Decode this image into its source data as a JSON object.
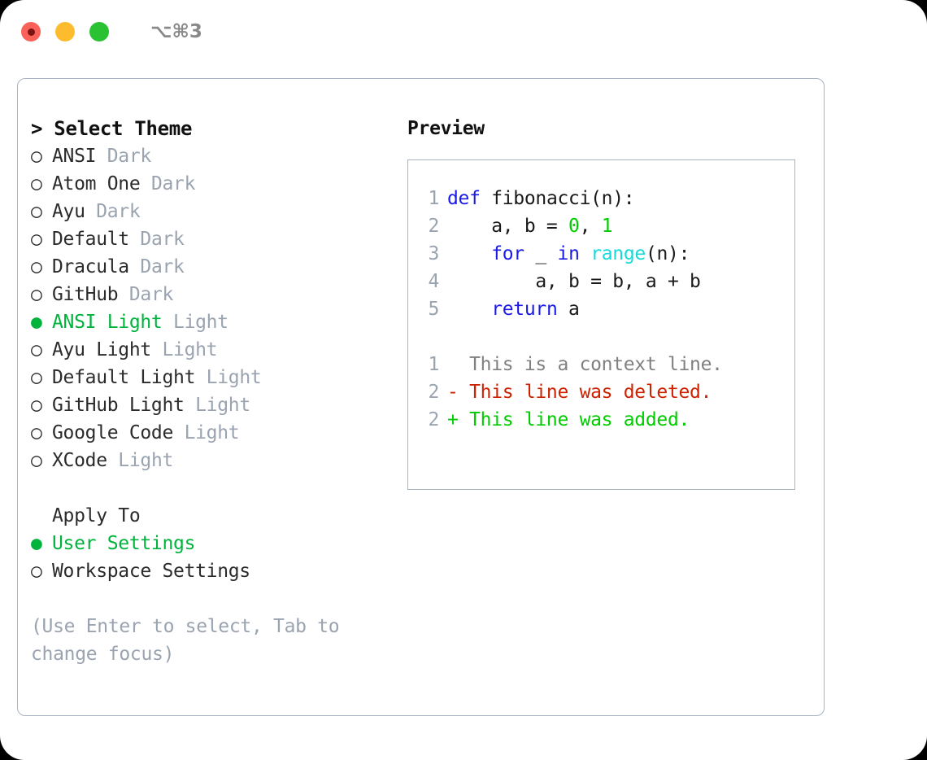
{
  "titlebar": {
    "lights": [
      {
        "name": "close-button",
        "color": "#fa6158"
      },
      {
        "name": "minimize-button",
        "color": "#fdbc2e"
      },
      {
        "name": "maximize-button",
        "color": "#2ac233"
      }
    ],
    "shortcut": "⌥⌘3"
  },
  "left": {
    "header": "> Select Theme",
    "themes": [
      {
        "bullet": "○",
        "name": "ANSI",
        "kind": "Dark",
        "selected": false
      },
      {
        "bullet": "○",
        "name": "Atom One",
        "kind": "Dark",
        "selected": false
      },
      {
        "bullet": "○",
        "name": "Ayu",
        "kind": "Dark",
        "selected": false
      },
      {
        "bullet": "○",
        "name": "Default",
        "kind": "Dark",
        "selected": false
      },
      {
        "bullet": "○",
        "name": "Dracula",
        "kind": "Dark",
        "selected": false
      },
      {
        "bullet": "○",
        "name": "GitHub",
        "kind": "Dark",
        "selected": false
      },
      {
        "bullet": "●",
        "name": "ANSI Light",
        "kind": "Light",
        "selected": true
      },
      {
        "bullet": "○",
        "name": "Ayu Light",
        "kind": "Light",
        "selected": false
      },
      {
        "bullet": "○",
        "name": "Default Light",
        "kind": "Light",
        "selected": false
      },
      {
        "bullet": "○",
        "name": "GitHub Light",
        "kind": "Light",
        "selected": false
      },
      {
        "bullet": "○",
        "name": "Google Code",
        "kind": "Light",
        "selected": false
      },
      {
        "bullet": "○",
        "name": "XCode",
        "kind": "Light",
        "selected": false
      }
    ],
    "apply_to_title": "Apply To",
    "apply_options": [
      {
        "bullet": "●",
        "label": "User Settings",
        "selected": true
      },
      {
        "bullet": "○",
        "label": "Workspace Settings",
        "selected": false
      }
    ],
    "hint": "(Use Enter to select, Tab to change focus)"
  },
  "right": {
    "preview_label": "Preview",
    "code": [
      {
        "lno": "1",
        "tokens": [
          {
            "t": "def",
            "c": "kw"
          },
          {
            "t": " fibonacci(n):",
            "c": "plain"
          }
        ]
      },
      {
        "lno": "2",
        "tokens": [
          {
            "t": "    a, b = ",
            "c": "plain"
          },
          {
            "t": "0",
            "c": "num"
          },
          {
            "t": ", ",
            "c": "plain"
          },
          {
            "t": "1",
            "c": "num"
          }
        ]
      },
      {
        "lno": "3",
        "tokens": [
          {
            "t": "    ",
            "c": "plain"
          },
          {
            "t": "for",
            "c": "kw"
          },
          {
            "t": " _ ",
            "c": "plain"
          },
          {
            "t": "in",
            "c": "kw"
          },
          {
            "t": " ",
            "c": "plain"
          },
          {
            "t": "range",
            "c": "fn"
          },
          {
            "t": "(n):",
            "c": "plain"
          }
        ]
      },
      {
        "lno": "4",
        "tokens": [
          {
            "t": "        a, b = b, a + b",
            "c": "plain"
          }
        ]
      },
      {
        "lno": "5",
        "tokens": [
          {
            "t": "    ",
            "c": "plain"
          },
          {
            "t": "return",
            "c": "kw"
          },
          {
            "t": " a",
            "c": "plain"
          }
        ]
      }
    ],
    "diff": [
      {
        "lno": "1",
        "text": "  This is a context line.",
        "cls": "ctx"
      },
      {
        "lno": "2",
        "text": "- This line was deleted.",
        "cls": "del"
      },
      {
        "lno": "2",
        "text": "+ This line was added.",
        "cls": "add"
      }
    ]
  },
  "colors": {
    "accent_green": "#00b33c",
    "muted": "#9aa3b0",
    "border": "#a8b2c0",
    "keyword_blue": "#1a1ae6",
    "number_green": "#00cc00",
    "function_cyan": "#17d9d9",
    "diff_delete": "#cc2200",
    "diff_add": "#00cc00"
  }
}
